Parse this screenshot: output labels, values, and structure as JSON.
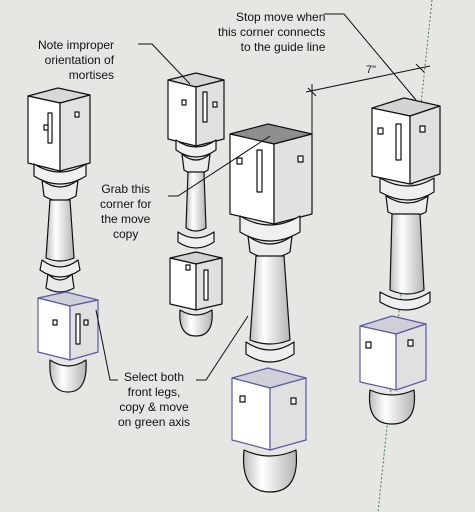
{
  "annotations": {
    "stop_move": [
      "Stop move when",
      "this corner connects",
      "to the guide line"
    ],
    "note_improper": [
      "Note improper",
      "orientation of",
      "mortises"
    ],
    "grab_corner": [
      "Grab this",
      "corner for",
      "the move",
      "copy"
    ],
    "select_legs": [
      "Select both",
      "front legs,",
      "copy & move",
      "on green axis"
    ]
  },
  "dimension_label": "7\"",
  "colors": {
    "background": "#e6e6e3",
    "face_light": "#ffffff",
    "face_mid": "#d6d6d6",
    "face_dark": "#a9a9a9",
    "edge": "#111111",
    "selection": "#5a5aa8",
    "axis_green": "#4a7a4a"
  }
}
